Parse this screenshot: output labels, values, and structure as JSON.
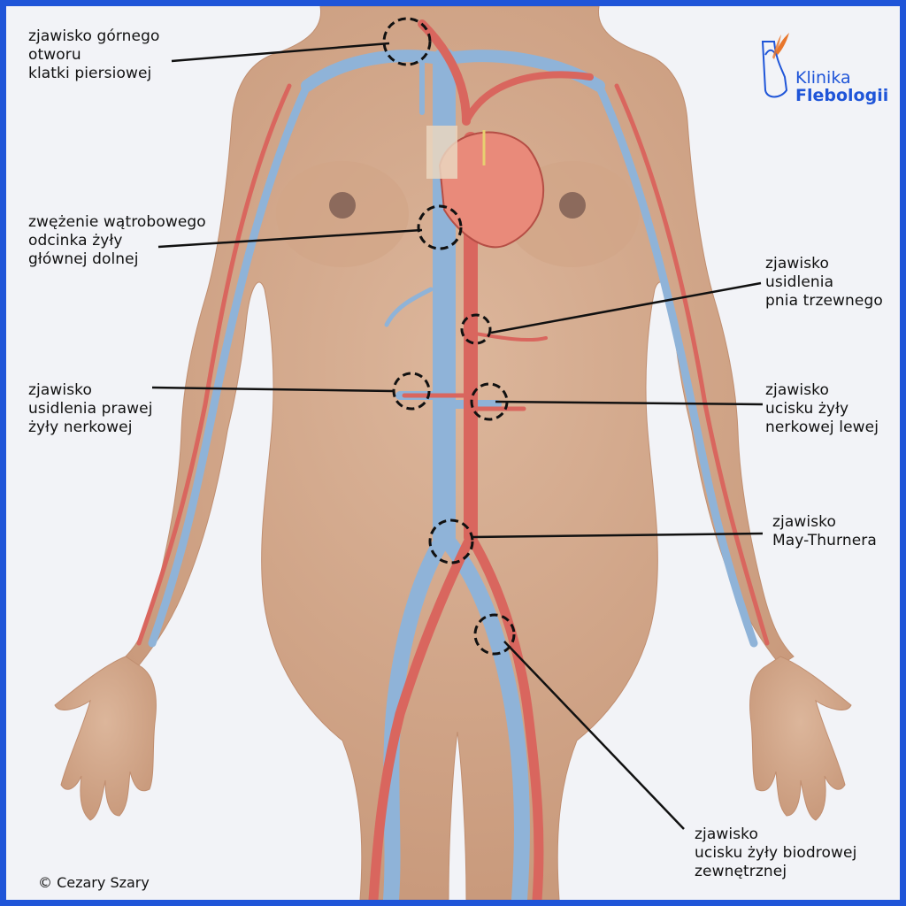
{
  "logo": {
    "line1": "Klinika",
    "line2": "Flebologii",
    "icon": "foot-with-wing-logo-icon",
    "color": "#1f55d8",
    "accent": "#e8762c"
  },
  "labels": {
    "thoracic_outlet": "zjawisko górnego\notworu\nklatki piersiowej",
    "ivc_narrowing": "zwężenie wątrobowego\nodcinka żyły\ngłównej dolnej",
    "celiac": "zjawisko\nusidlenia\npnia trzewnego",
    "right_renal": "zjawisko\nusidlenia prawej\nżyły nerkowej",
    "nutcracker": "zjawisko\nucisku żyły\nnerkowej lewej",
    "may_thurner": "zjawisko\nMay-Thurnera",
    "external_iliac": "zjawisko\nucisku żyły biodrowej\nzewnętrznej"
  },
  "copyright": "© Cezary Szary",
  "colors": {
    "border": "#1f55d8",
    "background": "#f2f3f7",
    "skin": "#d8b094",
    "vein": "#8fb3d8",
    "artery": "#d9665e",
    "heart": "#e98a7a"
  }
}
